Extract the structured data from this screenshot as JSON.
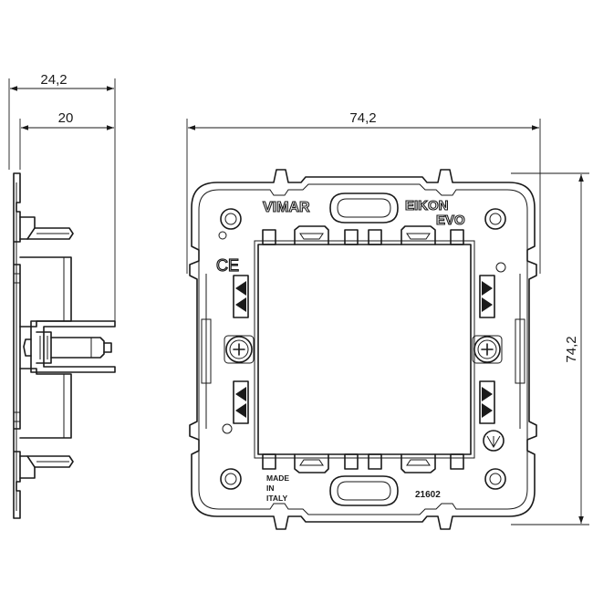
{
  "dimensions": {
    "overall_depth": "24,2",
    "module_depth": "20",
    "width": "74,2",
    "height": "74,2"
  },
  "markings": {
    "brand": "VIMAR",
    "series_line1": "EIKON",
    "series_line2": "EVO",
    "ce_mark": "CE",
    "origin_line1": "MADE",
    "origin_line2": "IN",
    "origin_line3": "ITALY",
    "article_code": "21602"
  }
}
